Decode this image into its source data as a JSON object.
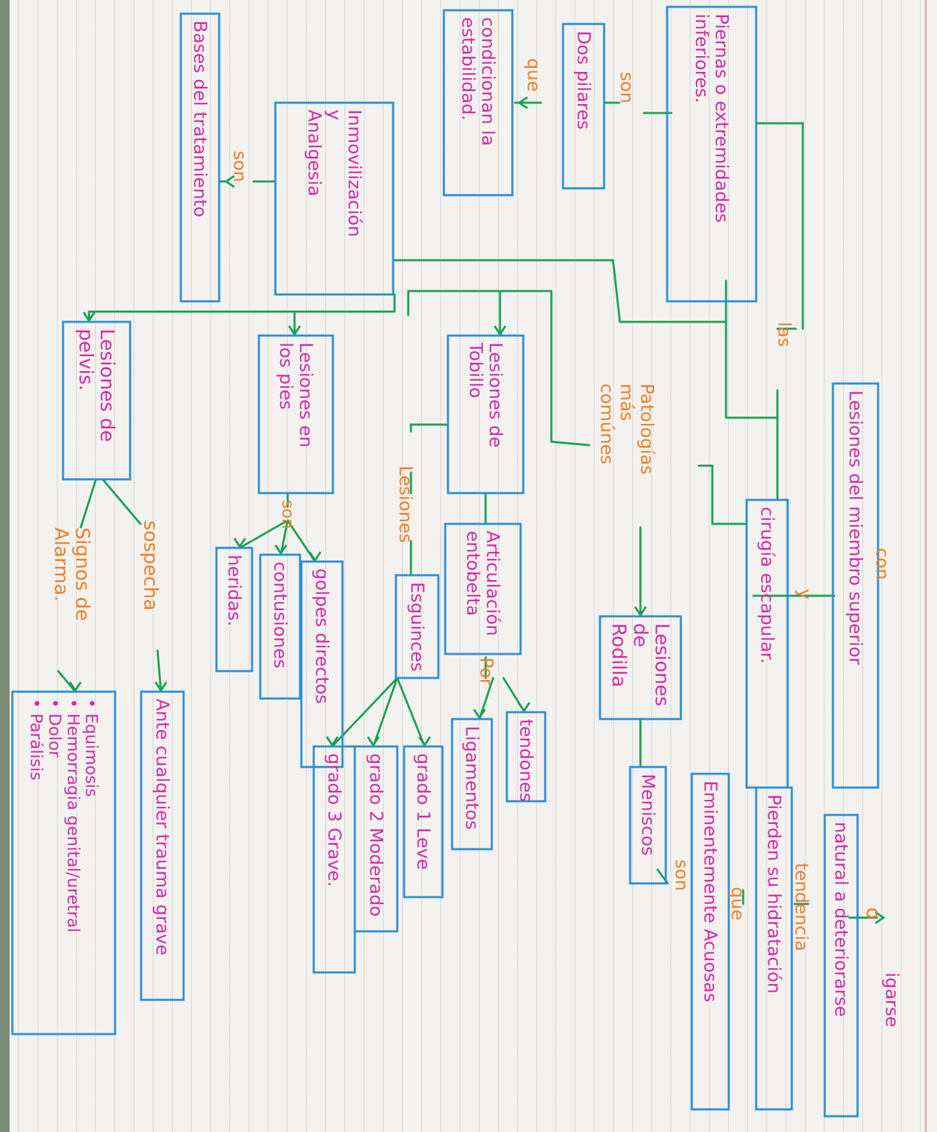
{
  "colors": {
    "box": "#2a8fd2",
    "box_text": "#d42aa6",
    "link_text": "#ef7e28",
    "line": "#1aa055"
  },
  "nodes": {
    "piernas": [
      "Piernas o extremidades",
      "inferiores."
    ],
    "dos_pilares": [
      "Dos pilares"
    ],
    "condicionan": [
      "condicionan la",
      "estabilidad."
    ],
    "inmovilizacion": [
      "Inmovilización",
      "y",
      "Analgesia"
    ],
    "bases": [
      "Bases del tratamiento"
    ],
    "lesiones_miembro": [
      "Lesiones del miembro superior"
    ],
    "cirugia": [
      "cirugía escapular."
    ],
    "lesiones_pelvis": [
      "Lesiones de",
      "pelvis."
    ],
    "lesiones_pies": [
      "Lesiones en",
      "los pies"
    ],
    "lesiones_tobillo": [
      "Lesiones de",
      "Tobillo"
    ],
    "lesiones_rodilla": [
      "Lesiones",
      "de",
      "Rodilla"
    ],
    "meniscos": [
      "Meniscos"
    ],
    "articulacion": [
      "Articulación",
      "entobelta"
    ],
    "esguinces": [
      "Esguinces"
    ],
    "tendones": [
      "tendones"
    ],
    "ligamentos": [
      "Ligamentos"
    ],
    "grado1": [
      "grado 1 Leve"
    ],
    "grado2": [
      "grado 2 Moderado"
    ],
    "grado3": [
      "grado 3 Grave."
    ],
    "golpes": [
      "golpes directos"
    ],
    "contusiones": [
      "contusiones"
    ],
    "heridas": [
      "heridas."
    ],
    "ante": [
      "Ante cualquier trauma grave"
    ],
    "signos_lista": [
      "• Equimosis",
      "• Hemorragia genital/uretral",
      "• Dolor",
      "• Parálisis"
    ],
    "natural": [
      "natural a deteriorarse"
    ],
    "pierden": [
      "Pierden su hidratación"
    ],
    "eminentemente": [
      "Eminentemente Acuosas"
    ]
  },
  "connectors": {
    "son_piernas": [
      "son"
    ],
    "que_pilares": [
      "que"
    ],
    "son_inmov": [
      "son"
    ],
    "las": [
      "las"
    ],
    "con_top": [
      "con"
    ],
    "y_cir": [
      "y"
    ],
    "patologias": [
      "Patologías",
      "más",
      "comúnes"
    ],
    "son_pies": [
      "son"
    ],
    "lesiones_link": [
      "Lesiones"
    ],
    "por": [
      "Por"
    ],
    "sospecha": [
      "sospecha"
    ],
    "signos_de": [
      "Signos de",
      "Alarma."
    ],
    "son_men": [
      "son"
    ],
    "que_emi": [
      "que"
    ],
    "tendencia": [
      "tendencia"
    ],
    "o_link": [
      "o"
    ]
  },
  "edge_text": [
    "igarse"
  ]
}
